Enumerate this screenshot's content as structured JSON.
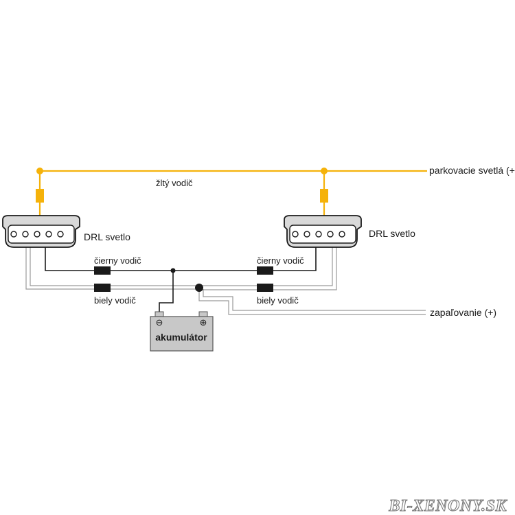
{
  "labels": {
    "yellow_wire": "žltý vodič",
    "parking_lights": "parkovacie svetlá (+)",
    "drl_left": "DRL svetlo",
    "drl_right": "DRL svetlo",
    "black_wire_left": "čierny vodič",
    "black_wire_right": "čierny vodič",
    "white_wire_left": "biely vodič",
    "white_wire_right": "biely vodič",
    "ignition": "zapaľovanie (+)",
    "battery": "akumulátor",
    "battery_minus": "⊖",
    "battery_plus": "⊕"
  },
  "watermark": "BI-XENONY.SK",
  "colors": {
    "yellow_wire": "#f5b20a",
    "black_wire": "#1a1a1a",
    "white_wire": "#9a9a9a",
    "battery_body": "#c8c8c8",
    "lamp_body": "#d9d9d9"
  }
}
